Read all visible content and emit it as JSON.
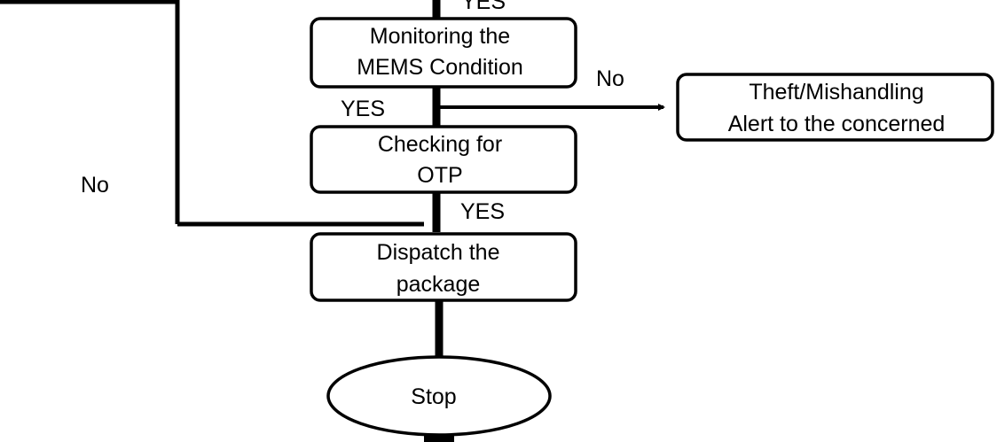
{
  "nodes": {
    "monitor": {
      "line1": "Monitoring the",
      "line2": "MEMS Condition"
    },
    "otp": {
      "line1": "Checking for",
      "line2": "OTP"
    },
    "dispatch": {
      "line1": "Dispatch the",
      "line2": "package"
    },
    "alert": {
      "line1": "Theft/Mishandling",
      "line2": "Alert to the concerned"
    },
    "stop": {
      "label": "Stop"
    }
  },
  "edge_labels": {
    "yes_top": "YES",
    "yes_after_monitor": "YES",
    "no_to_alert": "No",
    "yes_after_otp": "YES",
    "no_loop": "No"
  }
}
